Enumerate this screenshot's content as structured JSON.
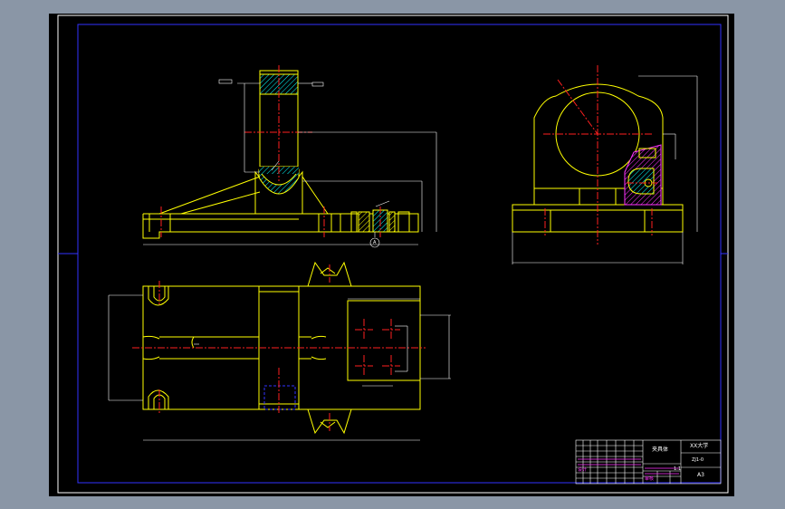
{
  "colors": {
    "screen_bg": "#8a96a6",
    "sheet_bg": "#000000",
    "outer_border": "#ffffff",
    "inner_border": "#3232ff",
    "outline": "#ffff00",
    "centerline": "#ff2020",
    "hatch": "#00ffff",
    "hidden": "#3232ff",
    "dimension": "#ffffff",
    "title_magenta": "#ff33ff"
  },
  "drawing": {
    "views": [
      "front-view",
      "side-view",
      "top-view"
    ],
    "datum_symbol": "A"
  },
  "title_block": {
    "part_name": "夹具体",
    "school": "XX大学",
    "drawing_code": "ZJ1-0",
    "scale": "1:1",
    "sheet_size": "A3",
    "chinese_line_1": "设计",
    "chinese_line_2": "审核"
  }
}
